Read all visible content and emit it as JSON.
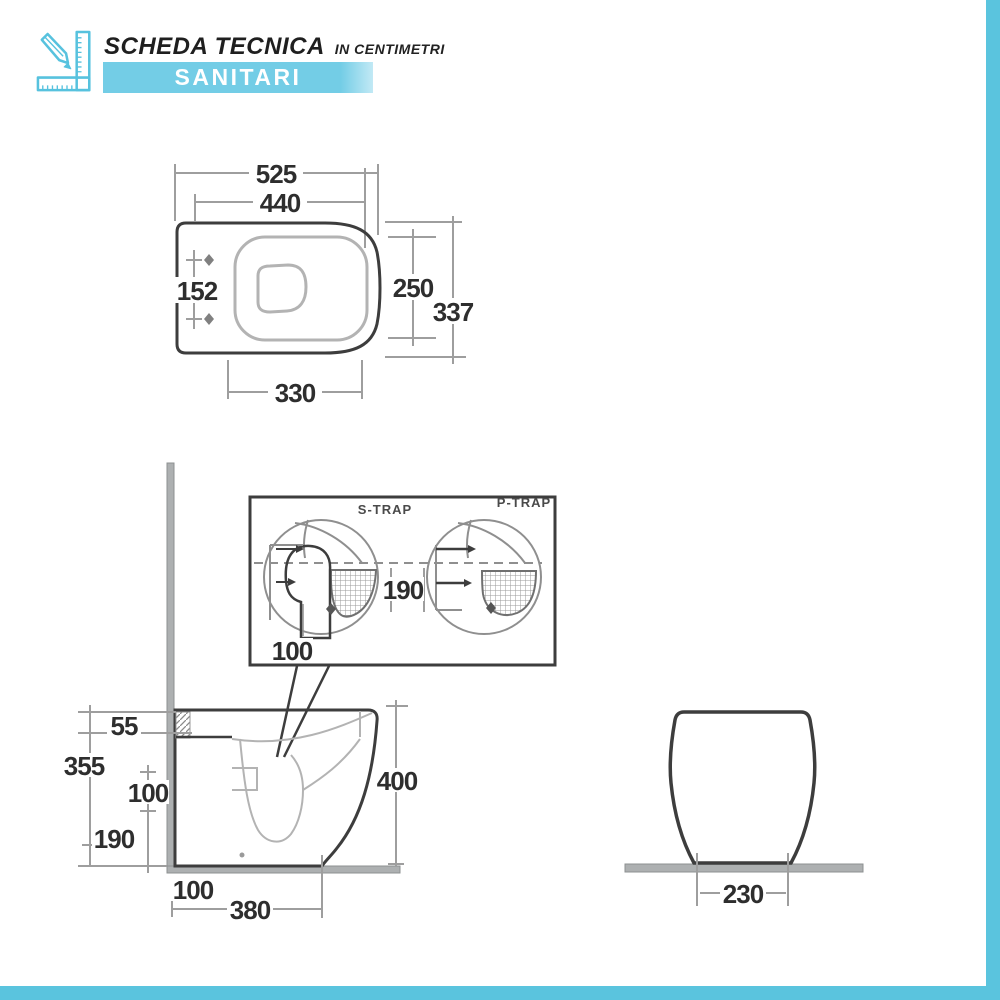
{
  "page": {
    "background": "#ffffff",
    "accent_border_color": "#5ac4de"
  },
  "header": {
    "icon": "ruler-pencil-icon",
    "icon_color": "#57c2de",
    "title": "SCHEDA TECNICA",
    "subtitle": "IN CENTIMETRI",
    "banner_label": "SANITARI",
    "banner_color": "#73cde6"
  },
  "drawing": {
    "plan": {
      "width_total": "525",
      "width_seat": "440",
      "holes_spacing": "152",
      "depth_inner": "250",
      "depth_total": "337",
      "width_front": "330"
    },
    "trap_detail": {
      "s_trap_label": "S-TRAP",
      "p_trap_label": "P-TRAP",
      "outlet_height": "190",
      "outlet_offset": "100"
    },
    "side": {
      "rim_thickness": "55",
      "height_under_rim": "355",
      "trap_spacing": "100",
      "outlet_floor_height": "190",
      "height_total": "400",
      "outlet_wall_distance": "100",
      "depth_total": "380"
    },
    "front": {
      "base_width": "230"
    }
  }
}
